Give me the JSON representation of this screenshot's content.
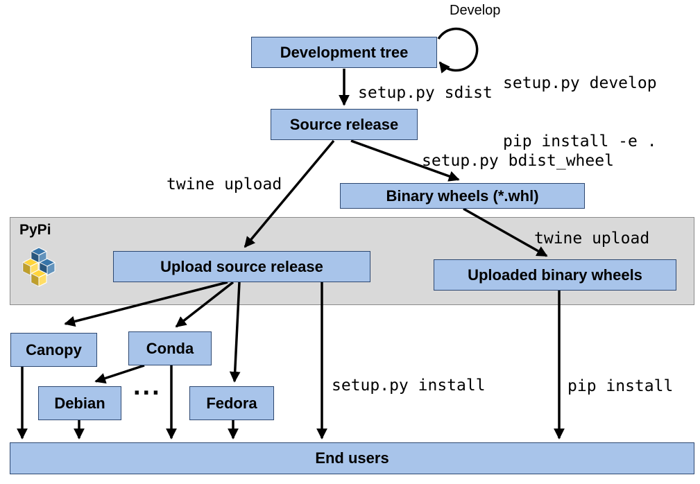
{
  "diagram": {
    "nodes": {
      "development_tree": "Development tree",
      "source_release": "Source release",
      "binary_wheels": "Binary wheels (*.whl)",
      "upload_source_release": "Upload source release",
      "uploaded_binary_wheels": "Uploaded binary wheels",
      "canopy": "Canopy",
      "conda": "Conda",
      "debian": "Debian",
      "fedora": "Fedora",
      "end_users": "End users",
      "ellipsis": "..."
    },
    "edge_labels": {
      "develop": "Develop",
      "develop_cmd_line1": "setup.py develop",
      "develop_cmd_line2": "pip install -e .",
      "sdist": "setup.py sdist",
      "twine_upload_source": "twine upload",
      "bdist_wheel": "setup.py bdist_wheel",
      "twine_upload_wheels": "twine upload",
      "setup_install": "setup.py install",
      "pip_install": "pip install"
    },
    "pypi": {
      "label": "PyPi"
    },
    "colors": {
      "node_fill": "#a8c4ea",
      "node_border": "#2c4770",
      "band_fill": "#d9d9d9",
      "arrow": "#000000",
      "pypi_blue": "#3775a9",
      "pypi_yellow": "#ffd43b"
    }
  }
}
